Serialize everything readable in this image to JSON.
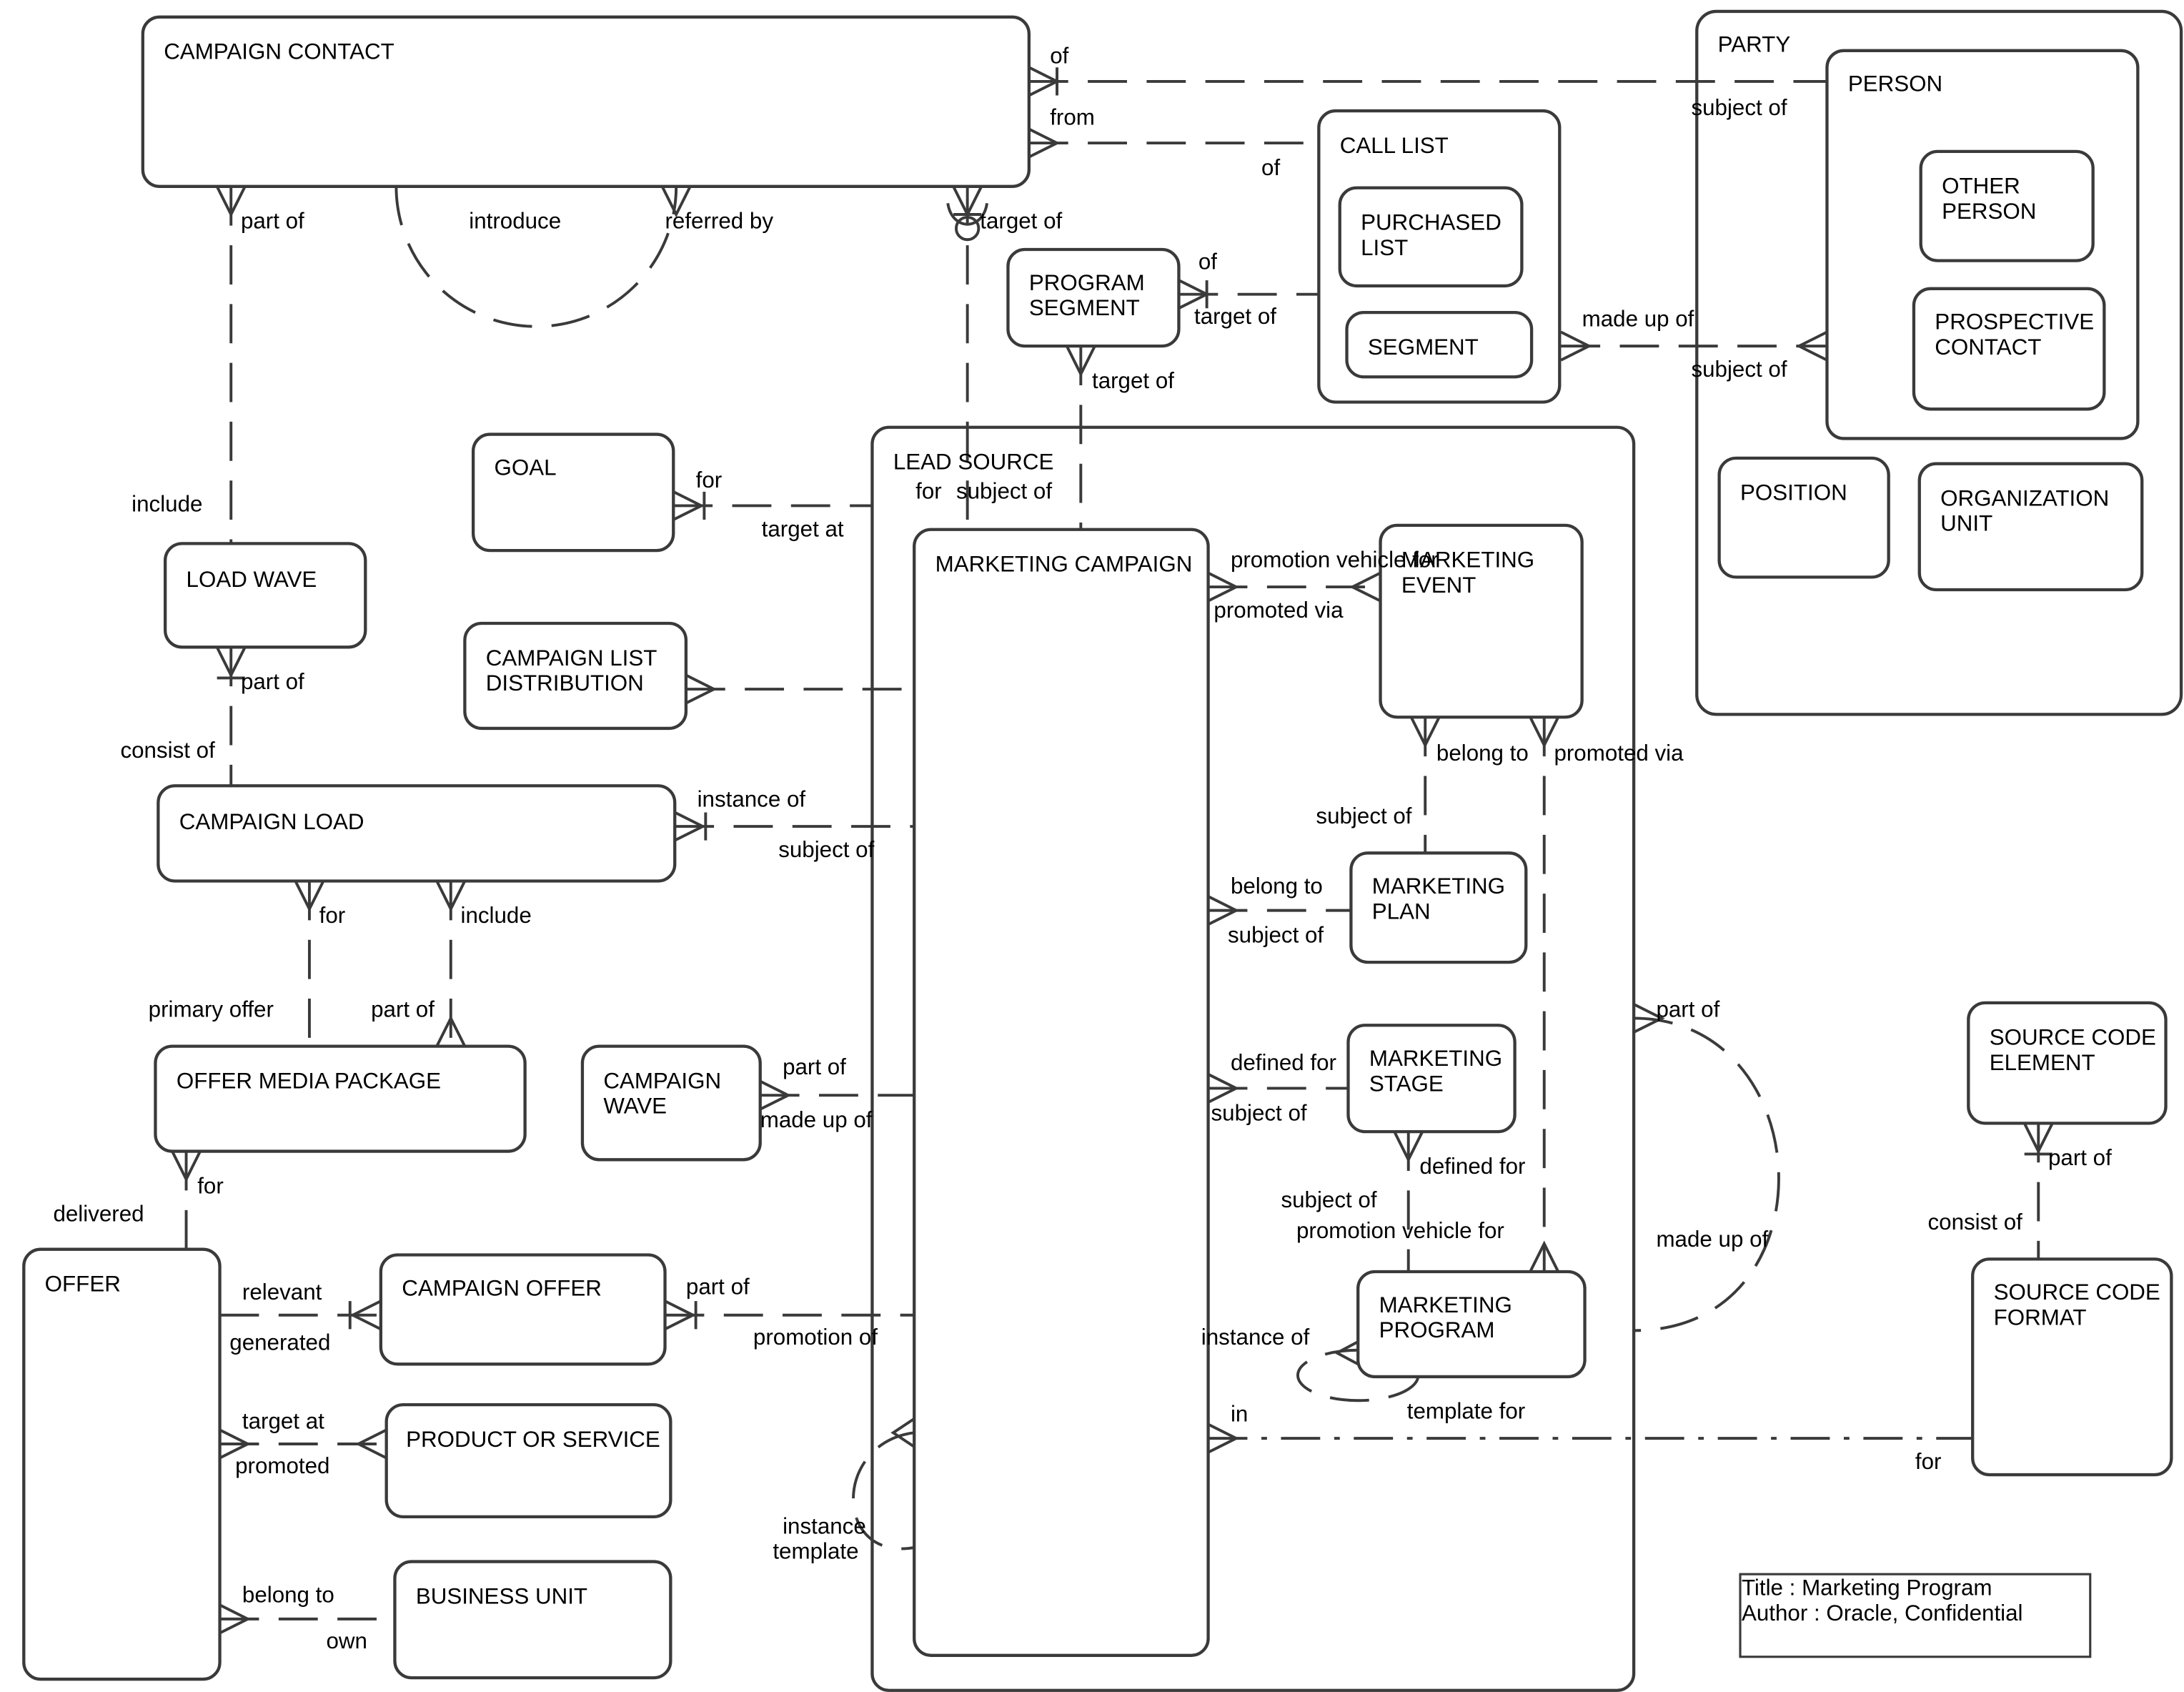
{
  "entities": {
    "campaign_contact": "CAMPAIGN CONTACT",
    "party": "PARTY",
    "person": "PERSON",
    "other_person": [
      "OTHER",
      "PERSON"
    ],
    "prospective_contact": [
      "PROSPECTIVE",
      "CONTACT"
    ],
    "position": "POSITION",
    "organization_unit": [
      "ORGANIZATION",
      "UNIT"
    ],
    "call_list": "CALL LIST",
    "purchased_list": [
      "PURCHASED",
      "LIST"
    ],
    "segment": "SEGMENT",
    "program_segment": [
      "PROGRAM",
      "SEGMENT"
    ],
    "goal": "GOAL",
    "lead_source": "LEAD SOURCE",
    "marketing_campaign": "MARKETING CAMPAIGN",
    "marketing_event": [
      "MARKETING",
      "EVENT"
    ],
    "marketing_plan": [
      "MARKETING",
      "PLAN"
    ],
    "marketing_stage": [
      "MARKETING",
      "STAGE"
    ],
    "marketing_program": [
      "MARKETING",
      "PROGRAM"
    ],
    "load_wave": "LOAD WAVE",
    "campaign_list_distribution": [
      "CAMPAIGN LIST",
      "DISTRIBUTION"
    ],
    "campaign_load": "CAMPAIGN LOAD",
    "offer_media_package": "OFFER MEDIA PACKAGE",
    "campaign_wave": [
      "CAMPAIGN",
      "WAVE"
    ],
    "offer": "OFFER",
    "campaign_offer": "CAMPAIGN OFFER",
    "product_or_service": "PRODUCT OR SERVICE",
    "business_unit": "BUSINESS UNIT",
    "source_code_element": [
      "SOURCE CODE",
      "ELEMENT"
    ],
    "source_code_format": [
      "SOURCE CODE",
      "FORMAT"
    ]
  },
  "relationship_labels": {
    "cc_of": "of",
    "cc_from": "from",
    "call_list_of": "of",
    "party_subject_of": "subject of",
    "cc_part_of": "part of",
    "cc_introduce": "introduce",
    "cc_referred_by": "referred by",
    "cc_target_of": "target of",
    "ps_of": "of",
    "ps_target_of_cl": "target of",
    "ps_target_of_mc": "target of",
    "cl_made_up_of": "made up of",
    "prospect_subject_of": "subject of",
    "lw_include": "include",
    "goal_for": "for",
    "goal_target_at": "target at",
    "ls_for": "for",
    "ls_subject_of": "subject of",
    "mc_promotion_vehicle_for": "promotion vehicle for",
    "mc_promoted_via": "promoted via",
    "lw_part_of": "part of",
    "lw_consist_of": "consist of",
    "me_belong_to": "belong to",
    "me_promoted_via": "promoted via",
    "cl_instance_of": "instance of",
    "cl_subject_of": "subject of",
    "mp_subject_of": "subject of",
    "mp_belong_to": "belong to",
    "mp_subject_of2": "subject of",
    "load_for": "for",
    "load_include": "include",
    "omp_primary_offer": "primary offer",
    "omp_part_of": "part of",
    "ls_part_of": "part of",
    "cw_part_of": "part of",
    "cw_made_up_of": "made up of",
    "ms_defined_for": "defined for",
    "ms_subject_of": "subject of",
    "ms_defined_for2": "defined for",
    "mprog_subject_of": "subject of",
    "mprog_promotion_vehicle_for": "promotion vehicle for",
    "ls_made_up_of": "made up of",
    "omp_for": "for",
    "offer_delivered": "delivered",
    "sce_part_of": "part of",
    "scf_consist_of": "consist of",
    "offer_relevant": "relevant",
    "offer_generated": "generated",
    "co_part_of": "part of",
    "co_promotion_of": "promotion of",
    "mprog_instance_of": "instance of",
    "mprog_template_for": "template for",
    "offer_target_at": "target at",
    "offer_promoted": "promoted",
    "mc_in": "in",
    "scf_for": "for",
    "mc_instance": "instance",
    "mc_template": "template",
    "offer_belong_to": "belong to",
    "bu_own": "own"
  },
  "title_block": {
    "title": "Title : Marketing Program",
    "author": "Author : Oracle, Confidential"
  }
}
